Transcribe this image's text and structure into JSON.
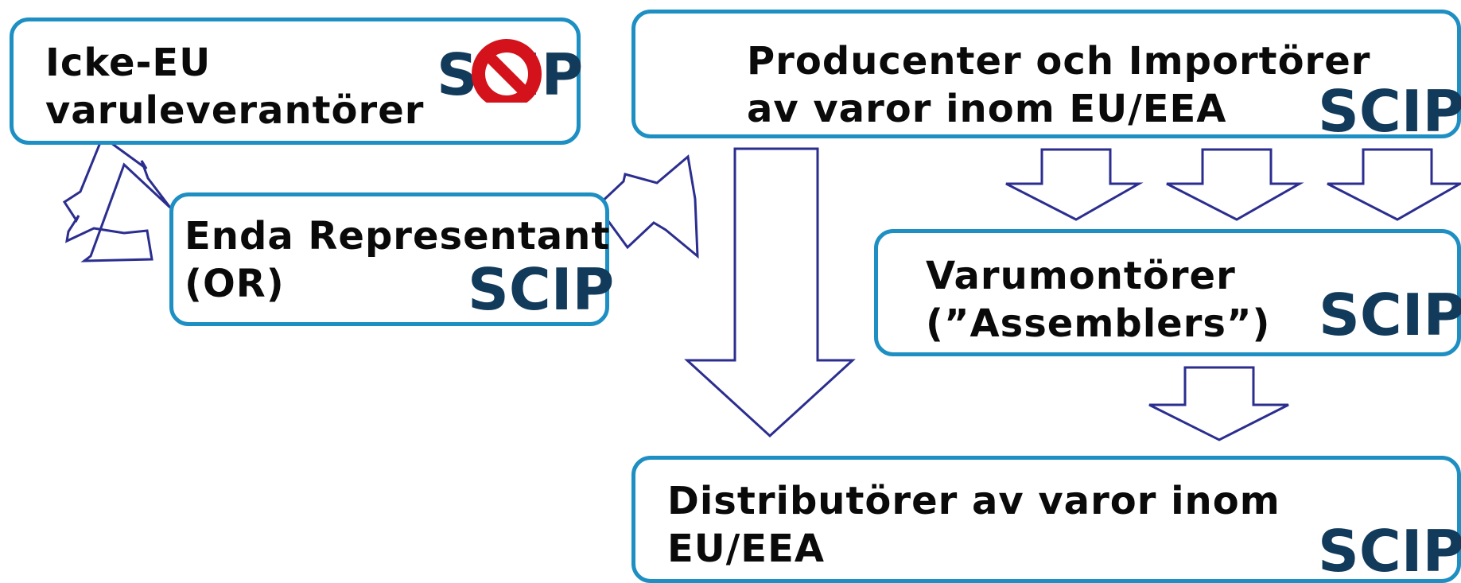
{
  "diagram": {
    "colors": {
      "box_border": "#1d8fc3",
      "arrow_stroke": "#2b2e8f",
      "text": "#0a0a0a",
      "logo_navy": "#123a5a",
      "prohibition_red": "#d3121b"
    },
    "logo_text": "SCIP",
    "nodes": {
      "non_eu_suppliers": {
        "line1": "Icke-EU",
        "line2": "varuleverantörer",
        "has_logo": true,
        "logo_prohibited": true
      },
      "only_representative": {
        "line1": "Enda Representant",
        "line2": "(OR)",
        "has_logo": true
      },
      "producers_importers": {
        "line1": "Producenter och Importörer",
        "line2": "av varor inom EU/EEA",
        "has_logo": true
      },
      "assemblers": {
        "line1": "Varumontörer",
        "line2": "(”Assemblers”)",
        "has_logo": true
      },
      "distributors": {
        "line1": "Distributörer av varor inom",
        "line2": "EU/EEA",
        "has_logo": true
      }
    },
    "edges": [
      {
        "from": "non_eu_suppliers",
        "to": "only_representative"
      },
      {
        "from": "only_representative",
        "to": "producers_importers"
      },
      {
        "from": "producers_importers",
        "to": "distributors"
      },
      {
        "from": "producers_importers",
        "to": "assemblers",
        "count": 3
      },
      {
        "from": "assemblers",
        "to": "distributors"
      }
    ]
  }
}
